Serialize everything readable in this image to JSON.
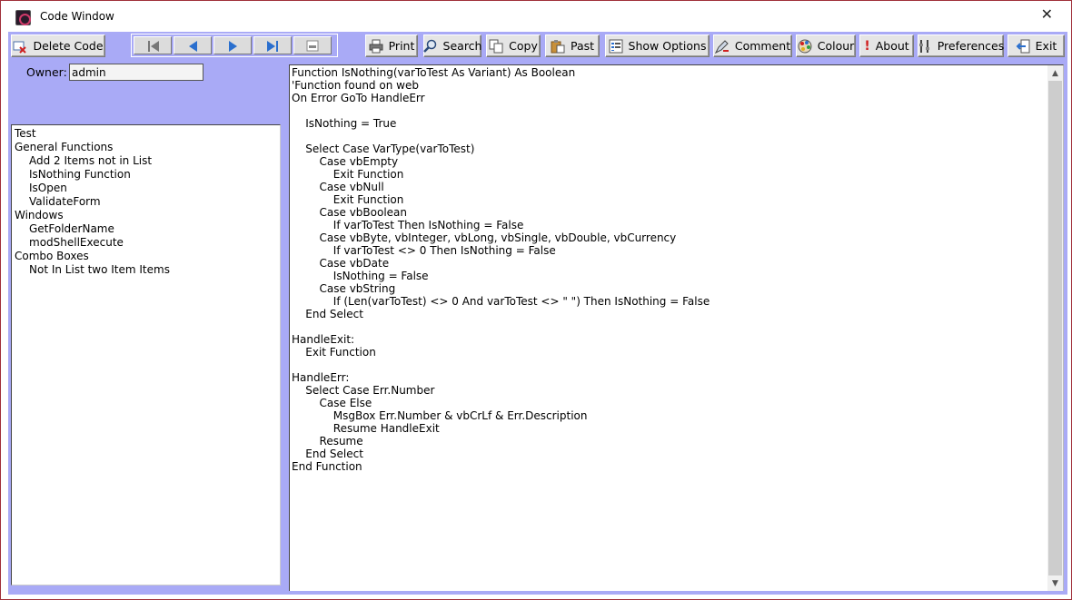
{
  "window": {
    "title": "Code Window",
    "close_glyph": "✕"
  },
  "toolbar": {
    "delete_label": "Delete Code",
    "print_label": "Print",
    "search_label": "Search",
    "copy_label": "Copy",
    "past_label": "Past",
    "show_options_label": "Show Options",
    "comment_label": "Comment",
    "colour_label": "Colour",
    "about_label": "About",
    "preferences_label": "Preferences",
    "exit_label": "Exit",
    "about_glyph": "!",
    "accent_color": "#a9aaf6",
    "nav_icon_color": "#2a6fce"
  },
  "owner": {
    "label": "Owner:",
    "value": "admin"
  },
  "tree": {
    "items": [
      {
        "label": "Test",
        "level": 0
      },
      {
        "label": "General Functions",
        "level": 0
      },
      {
        "label": "Add 2 Items not in List",
        "level": 1
      },
      {
        "label": "IsNothing Function",
        "level": 1
      },
      {
        "label": "IsOpen",
        "level": 1
      },
      {
        "label": "ValidateForm",
        "level": 1
      },
      {
        "label": "Windows",
        "level": 0
      },
      {
        "label": "GetFolderName",
        "level": 1
      },
      {
        "label": "modShellExecute",
        "level": 1
      },
      {
        "label": "Combo Boxes",
        "level": 0
      },
      {
        "label": "Not In List two Item Items",
        "level": 1
      }
    ]
  },
  "code": {
    "text": "Function IsNothing(varToTest As Variant) As Boolean\n'Function found on web\nOn Error GoTo HandleErr\n\n    IsNothing = True\n\n    Select Case VarType(varToTest)\n        Case vbEmpty\n            Exit Function\n        Case vbNull\n            Exit Function\n        Case vbBoolean\n            If varToTest Then IsNothing = False\n        Case vbByte, vbInteger, vbLong, vbSingle, vbDouble, vbCurrency\n            If varToTest <> 0 Then IsNothing = False\n        Case vbDate\n            IsNothing = False\n        Case vbString\n            If (Len(varToTest) <> 0 And varToTest <> \" \") Then IsNothing = False\n    End Select\n\nHandleExit:\n    Exit Function\n\nHandleErr:\n    Select Case Err.Number\n        Case Else\n            MsgBox Err.Number & vbCrLf & Err.Description\n            Resume HandleExit\n        Resume\n    End Select\nEnd Function"
  },
  "scrollbar": {
    "up_glyph": "▲",
    "down_glyph": "▼"
  }
}
